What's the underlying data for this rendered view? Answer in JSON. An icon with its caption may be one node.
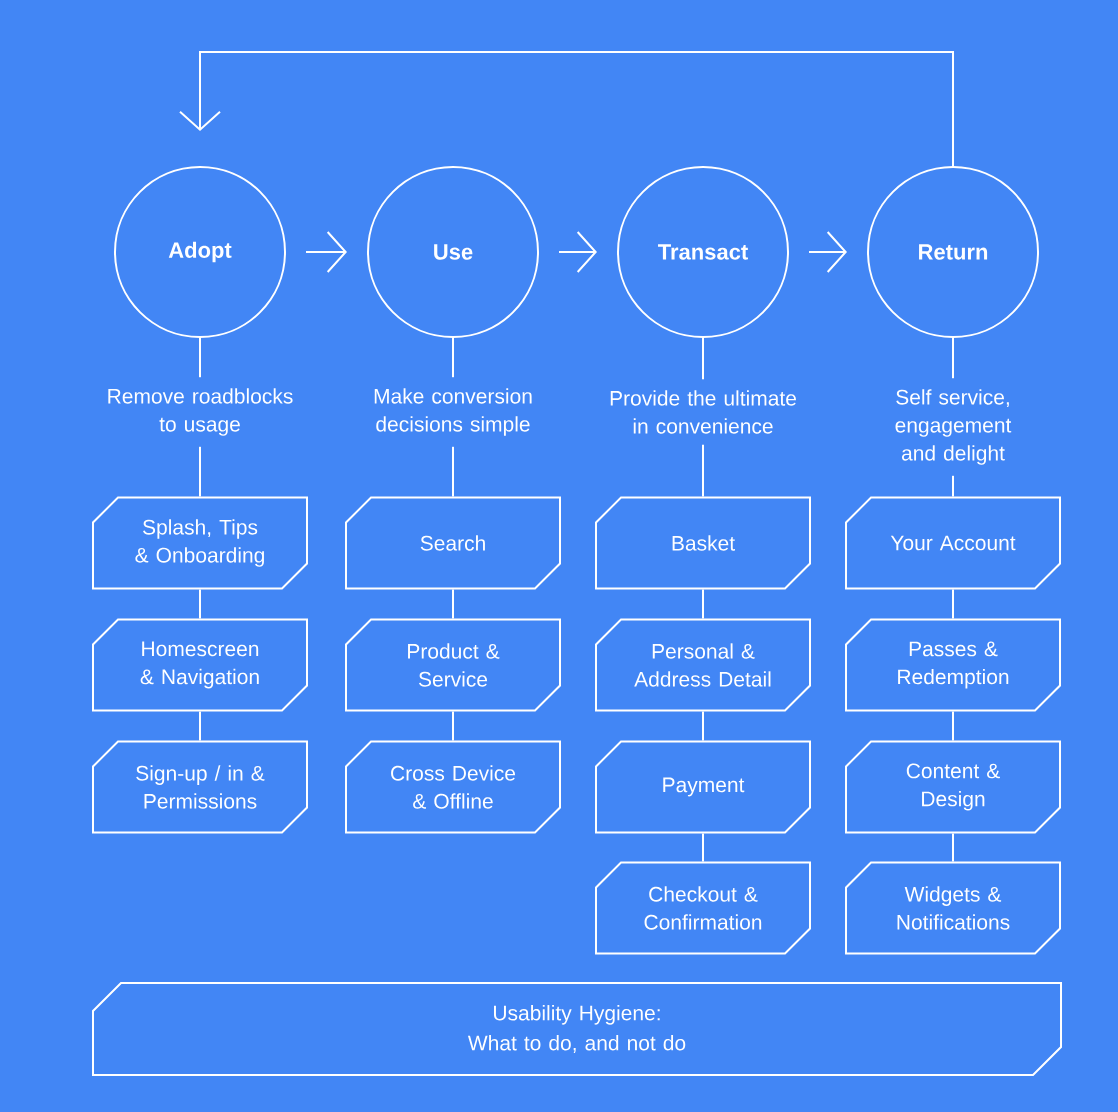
{
  "diagram": {
    "nodes": [
      {
        "text": [
          "Adopt"
        ]
      },
      {
        "text": [
          "Use"
        ]
      },
      {
        "text": [
          "Transact"
        ]
      },
      {
        "text": [
          "Return"
        ]
      },
      {
        "text": [
          "Remove roadblocks to usage"
        ]
      },
      {
        "text": [
          "Make conversion decisions simple"
        ]
      },
      {
        "text": [
          "Provide the ultimate in convenience"
        ]
      },
      {
        "text": [
          "Self service, engagement and delight"
        ]
      },
      {
        "text": [
          "Splash, Tips & Onboarding"
        ]
      },
      {
        "text": [
          "Homescreen & Navigation"
        ]
      },
      {
        "text": [
          "Sign-up / in & Permissions"
        ]
      },
      {
        "text": [
          "Search"
        ]
      },
      {
        "text": [
          "Product & Service"
        ]
      },
      {
        "text": [
          "Cross Device & Offline"
        ]
      },
      {
        "text": [
          "Basket"
        ]
      },
      {
        "text": [
          "Personal & Address Detail"
        ]
      },
      {
        "text": [
          "Payment"
        ]
      },
      {
        "text": [
          "Checkout & Confirmation"
        ]
      },
      {
        "text": [
          "Your Account"
        ]
      },
      {
        "text": [
          "Passes & Redemption"
        ]
      },
      {
        "text": [
          "Content & Design"
        ]
      },
      {
        "text": [
          "Widgets & Notifications"
        ]
      },
      {
        "text": [
          "Usability Hygiene:",
          "What to do, and not do"
        ]
      }
    ],
    "edges": [
      {
        "from": 0,
        "to": 1,
        "arrow": "to"
      },
      {
        "from": 1,
        "to": 2,
        "arrow": "to"
      },
      {
        "from": 2,
        "to": 3,
        "arrow": "to"
      },
      {
        "from": 3,
        "to": 0,
        "arrow": "to"
      },
      {
        "from": 0,
        "to": 4,
        "arrow": "none"
      },
      {
        "from": 1,
        "to": 5,
        "arrow": "none"
      },
      {
        "from": 2,
        "to": 6,
        "arrow": "none"
      },
      {
        "from": 3,
        "to": 7,
        "arrow": "none"
      },
      {
        "from": 4,
        "to": 8,
        "arrow": "none"
      },
      {
        "from": 8,
        "to": 9,
        "arrow": "none"
      },
      {
        "from": 9,
        "to": 10,
        "arrow": "none"
      },
      {
        "from": 5,
        "to": 11,
        "arrow": "none"
      },
      {
        "from": 11,
        "to": 12,
        "arrow": "none"
      },
      {
        "from": 12,
        "to": 13,
        "arrow": "none"
      },
      {
        "from": 6,
        "to": 14,
        "arrow": "none"
      },
      {
        "from": 14,
        "to": 15,
        "arrow": "none"
      },
      {
        "from": 15,
        "to": 16,
        "arrow": "none"
      },
      {
        "from": 16,
        "to": 17,
        "arrow": "none"
      },
      {
        "from": 7,
        "to": 18,
        "arrow": "none"
      },
      {
        "from": 18,
        "to": 19,
        "arrow": "none"
      },
      {
        "from": 19,
        "to": 20,
        "arrow": "none"
      },
      {
        "from": 20,
        "to": 21,
        "arrow": "none"
      }
    ]
  }
}
